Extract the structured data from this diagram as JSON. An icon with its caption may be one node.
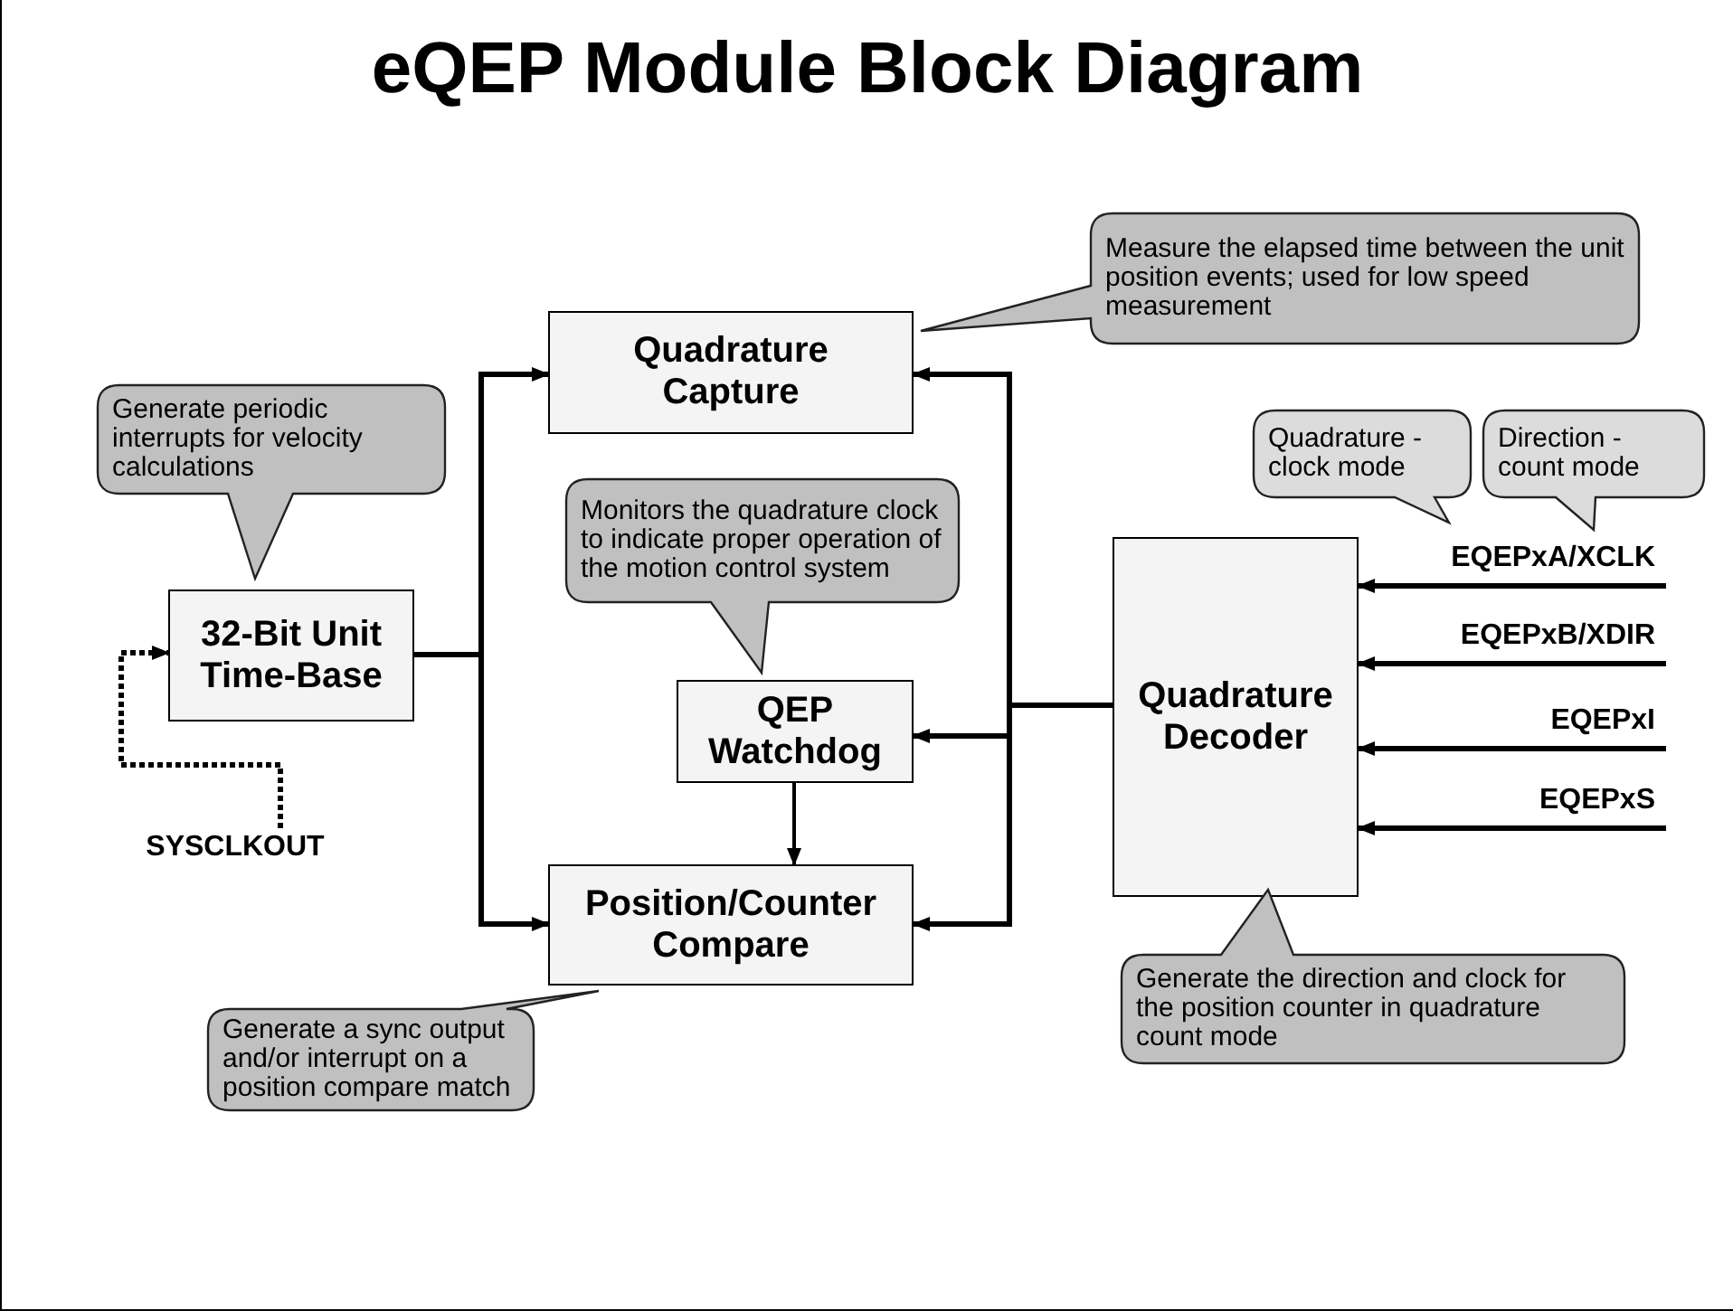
{
  "diagram": {
    "title": "eQEP Module Block Diagram",
    "nodes": [
      {
        "text": [
          "Quadrature Capture"
        ]
      },
      {
        "text": [
          "32-Bit Unit Time-Base"
        ]
      },
      {
        "text": [
          "QEP Watchdog"
        ]
      },
      {
        "text": [
          "Position/Counter Compare"
        ]
      },
      {
        "text": [
          "Quadrature Decoder"
        ]
      },
      {
        "text": [
          "SYSCLKOUT"
        ]
      },
      {
        "text": [
          "Measure the elapsed time between the unit position events; used for low speed measurement"
        ]
      },
      {
        "text": [
          "Generate periodic interrupts for velocity calculations"
        ]
      },
      {
        "text": [
          "Monitors the quadrature clock to indicate proper operation of the motion control system"
        ]
      },
      {
        "text": [
          "Quadrature - clock mode"
        ]
      },
      {
        "text": [
          "Direction - count mode"
        ]
      },
      {
        "text": [
          "Generate the direction and clock for the position counter in quadrature count mode"
        ]
      },
      {
        "text": [
          "Generate a sync output and/or interrupt on a position compare match"
        ]
      }
    ],
    "edges": [
      {
        "from": 1,
        "to": 0,
        "arrow": "to"
      },
      {
        "from": 1,
        "to": 3,
        "arrow": "to"
      },
      {
        "from": 4,
        "to": 0,
        "arrow": "to"
      },
      {
        "from": 4,
        "to": 2,
        "arrow": "to"
      },
      {
        "from": 4,
        "to": 3,
        "arrow": "to"
      },
      {
        "from": 2,
        "to": 3,
        "arrow": "to"
      },
      {
        "from": 5,
        "to": 1,
        "arrow": "to",
        "style": "dashed"
      },
      {
        "from": null,
        "to": 4,
        "arrow": "to",
        "label": "EQEPxA/XCLK"
      },
      {
        "from": null,
        "to": 4,
        "arrow": "to",
        "label": "EQEPxB/XDIR"
      },
      {
        "from": null,
        "to": 4,
        "arrow": "to",
        "label": "EQEPxI"
      },
      {
        "from": null,
        "to": 4,
        "arrow": "to",
        "label": "EQEPxS"
      }
    ]
  }
}
